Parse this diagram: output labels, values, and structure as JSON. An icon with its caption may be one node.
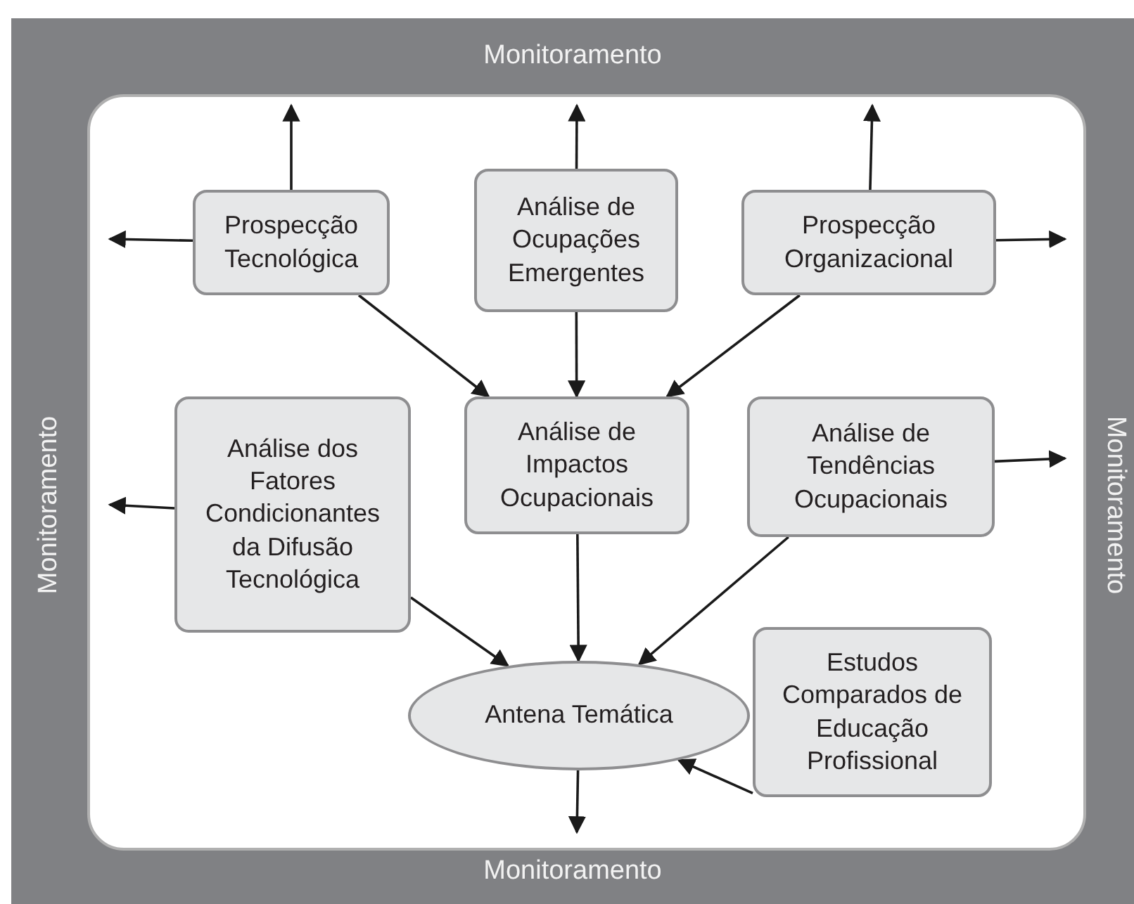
{
  "diagram": {
    "nodes": [
      {
        "text": [
          "Prospecção Tecnológica"
        ]
      },
      {
        "text": [
          "Análise de Ocupações Emergentes"
        ]
      },
      {
        "text": [
          "Prospecção Organizacional"
        ]
      },
      {
        "text": [
          "Análise dos Fatores Condicionantes da Difusão Tecnológica"
        ]
      },
      {
        "text": [
          "Análise de Impactos Ocupacionais"
        ]
      },
      {
        "text": [
          "Análise de Tendências Ocupacionais"
        ]
      },
      {
        "text": [
          "Antena Temática"
        ]
      },
      {
        "text": [
          "Estudos Comparados de Educação Profissional"
        ]
      }
    ],
    "edges": [
      {
        "from": 0,
        "to": null,
        "arrow": "to"
      },
      {
        "from": 0,
        "to": null,
        "arrow": "to"
      },
      {
        "from": 1,
        "to": null,
        "arrow": "to"
      },
      {
        "from": 2,
        "to": null,
        "arrow": "to"
      },
      {
        "from": 2,
        "to": null,
        "arrow": "to"
      },
      {
        "from": 0,
        "to": 4,
        "arrow": "to"
      },
      {
        "from": 1,
        "to": 4,
        "arrow": "to"
      },
      {
        "from": 2,
        "to": 4,
        "arrow": "to"
      },
      {
        "from": 3,
        "to": null,
        "arrow": "to"
      },
      {
        "from": 5,
        "to": null,
        "arrow": "to"
      },
      {
        "from": 3,
        "to": 6,
        "arrow": "to"
      },
      {
        "from": 4,
        "to": 6,
        "arrow": "to"
      },
      {
        "from": 5,
        "to": 6,
        "arrow": "to"
      },
      {
        "from": 7,
        "to": 6,
        "arrow": "to"
      },
      {
        "from": 6,
        "to": null,
        "arrow": "to"
      }
    ],
    "labels": [
      "Monitoramento",
      "Monitoramento",
      "Monitoramento",
      "Monitoramento"
    ]
  }
}
